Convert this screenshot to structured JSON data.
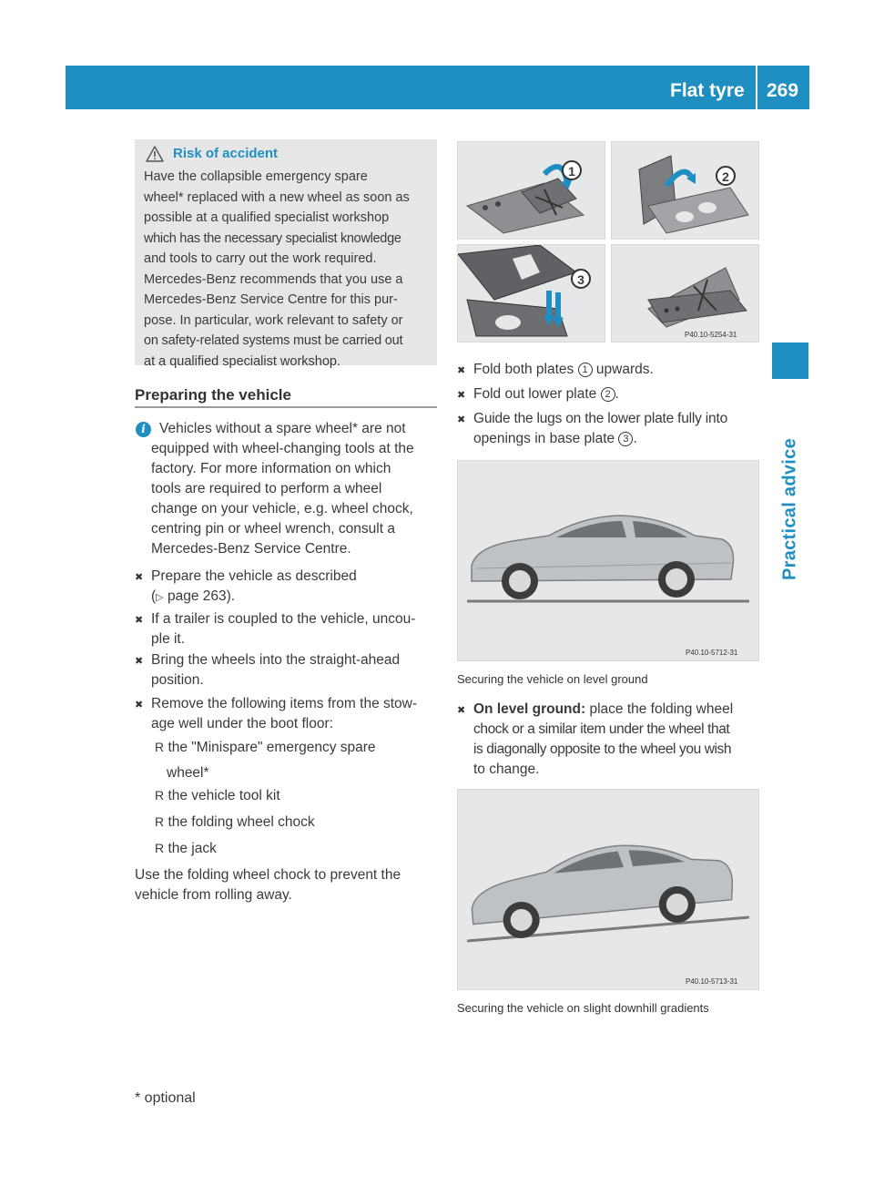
{
  "header": {
    "title": "Flat tyre",
    "page_number": "269"
  },
  "side_tab": {
    "label": "Practical advice"
  },
  "warning": {
    "title": "Risk of accident",
    "lines": [
      "Have the collapsible emergency spare",
      "wheel* replaced with a new wheel as soon as",
      "possible at a qualified specialist workshop",
      "which has the necessary specialist knowledge",
      "and tools to carry out the work required.",
      "Mercedes-Benz recommends that you use a",
      "Mercedes-Benz Service Centre for this pur-",
      "pose. In particular, work relevant to safety or",
      "on safety-related systems must be carried out",
      "at a qualified specialist workshop."
    ]
  },
  "section": {
    "heading": "Preparing the vehicle"
  },
  "info": {
    "lines": [
      "Vehicles without a spare wheel* are not",
      "equipped with wheel-changing tools at the",
      "factory. For more information on which",
      "tools are required to perform a wheel",
      "change on your vehicle, e.g. wheel chock,",
      "centring pin or wheel wrench, consult a",
      "Mercedes-Benz Service Centre."
    ]
  },
  "steps_left": {
    "s1": {
      "line1": "Prepare the vehicle as described",
      "line2_prefix": "(",
      "line2_ref": "page 263)."
    },
    "s2": {
      "line1": "If a trailer is coupled to the vehicle, uncou-",
      "line2": "ple it."
    },
    "s3": {
      "line1": "Bring the wheels into the straight-ahead",
      "line2": "position."
    },
    "s4": {
      "line1": "Remove the following items from the stow-",
      "line2": "age well under the boot floor:"
    }
  },
  "items": {
    "i1_line1": "the \"Minispare\" emergency spare",
    "i1_line2": "wheel*",
    "i2": "the vehicle tool kit",
    "i3": "the folding wheel chock",
    "i4": "the jack"
  },
  "closing": {
    "line1": "Use the folding wheel chock to prevent the",
    "line2": "vehicle from rolling away."
  },
  "chock_figure": {
    "code": "P40.10-5254-31",
    "labels": [
      "1",
      "2",
      "3"
    ]
  },
  "steps_right": {
    "r1_before": "Fold both plates",
    "r1_num": "1",
    "r1_after": "upwards.",
    "r2_before": "Fold out lower plate",
    "r2_num": "2",
    "r2_after": ".",
    "r3_line1": "Guide the lugs on the lower plate fully into",
    "r3_before": "openings in base plate",
    "r3_num": "3",
    "r3_after": "."
  },
  "figure_level": {
    "code": "P40.10-5712-31",
    "caption": "Securing the vehicle on level ground"
  },
  "level_step": {
    "bold": "On level ground:",
    "line1_rest": "place the folding wheel",
    "line2": "chock or a similar item under the wheel that",
    "line3": "is diagonally opposite to the wheel you wish",
    "line4": "to change."
  },
  "figure_downhill": {
    "code": "P40.10-5713-31",
    "caption": "Securing the vehicle on slight downhill gradients"
  },
  "footnote": "* optional",
  "colors": {
    "accent": "#1f8fc1",
    "warning_bg": "#e6e6e6",
    "text": "#3a3a3a"
  }
}
